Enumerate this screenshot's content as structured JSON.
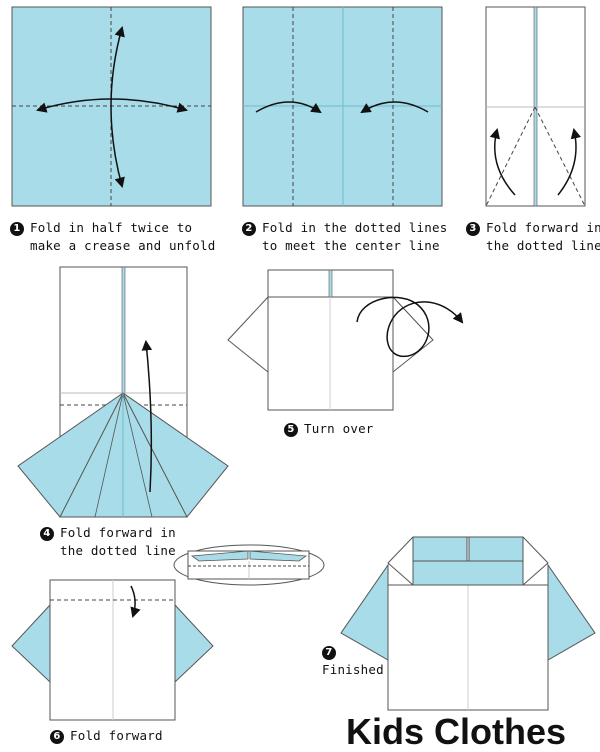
{
  "steps": [
    {
      "num": "1",
      "line1": "Fold in half twice to",
      "line2": "make a crease and unfold"
    },
    {
      "num": "2",
      "line1": "Fold in the dotted lines",
      "line2": "to meet the center line"
    },
    {
      "num": "3",
      "line1": "Fold forward in",
      "line2": "the dotted line"
    },
    {
      "num": "4",
      "line1": "Fold forward in",
      "line2": "the dotted line"
    },
    {
      "num": "5",
      "line1": "Turn over"
    },
    {
      "num": "6",
      "line1": "Fold forward"
    },
    {
      "num": "7",
      "line1": "Finished"
    }
  ],
  "title": "Kids Clothes",
  "colors": {
    "paper": "#a8dce8",
    "line": "#111111",
    "crease": "#7cc7da"
  }
}
